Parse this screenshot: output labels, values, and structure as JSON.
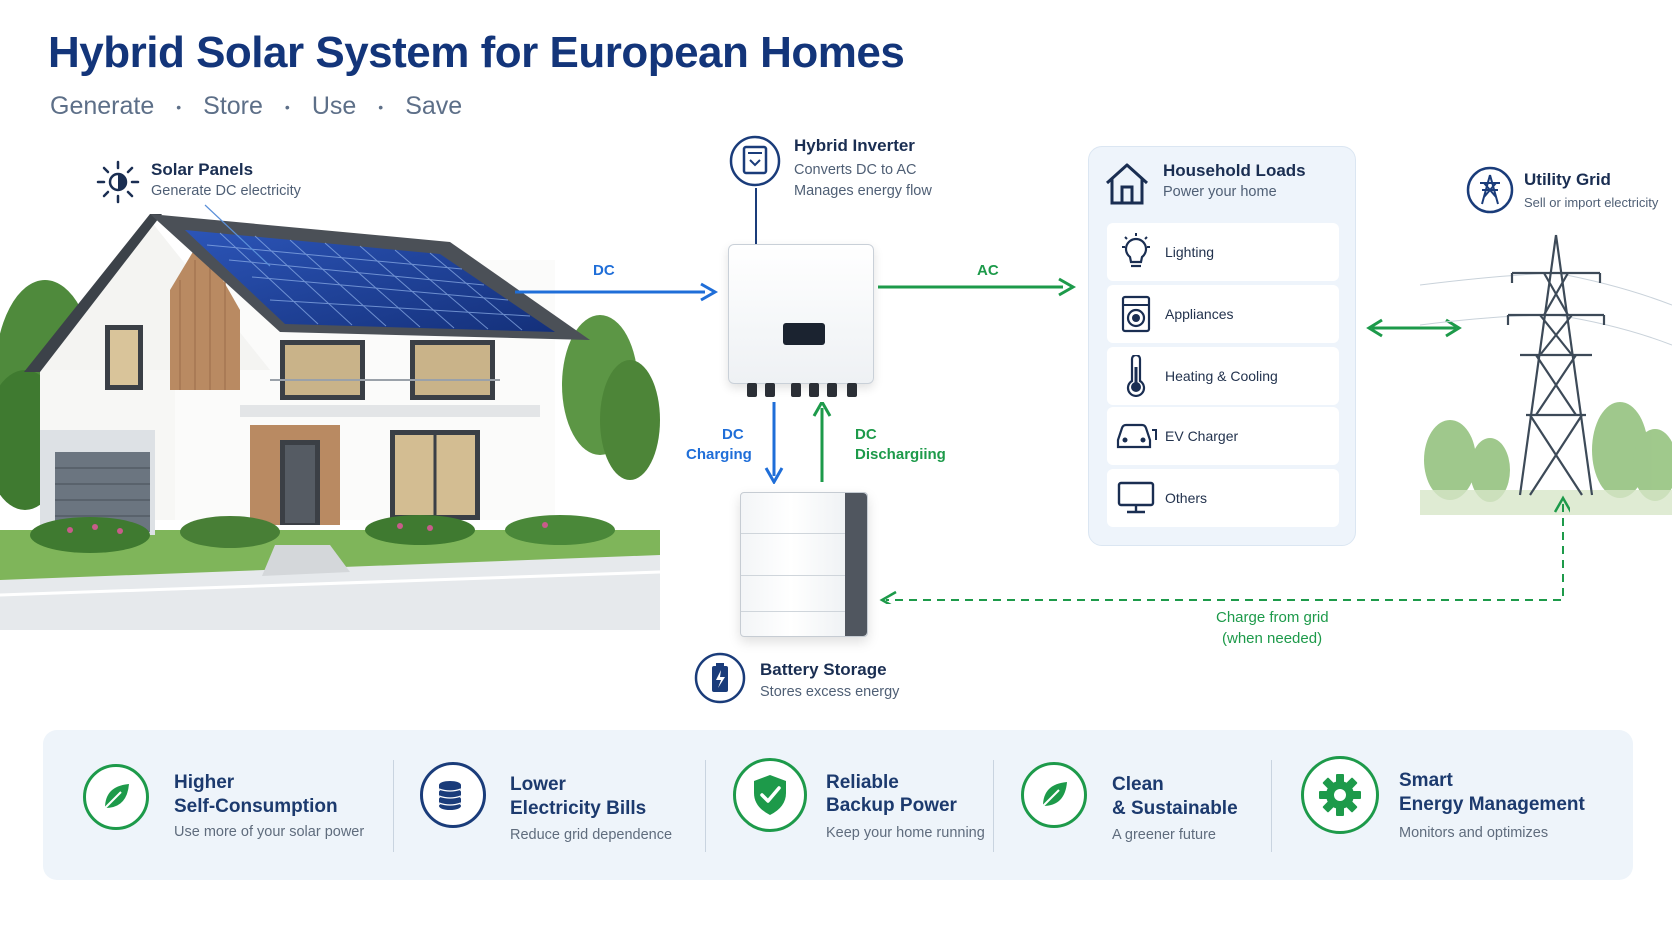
{
  "title": "Hybrid Solar System for European Homes",
  "subtitle": [
    "Generate",
    "Store",
    "Use",
    "Save"
  ],
  "solar": {
    "title": "Solar Panels",
    "desc": "Generate DC electricity"
  },
  "inverter": {
    "title": "Hybrid Inverter",
    "desc1": "Converts DC to AC",
    "desc2": "Manages energy flow"
  },
  "battery": {
    "title": "Battery Storage",
    "desc": "Stores excess energy"
  },
  "loads": {
    "title": "Household Loads",
    "desc": "Power your home",
    "items": [
      {
        "label": "Lighting",
        "icon": "lightbulb-icon"
      },
      {
        "label": "Appliances",
        "icon": "washing-machine-icon"
      },
      {
        "label": "Heating & Cooling",
        "icon": "thermometer-icon"
      },
      {
        "label": "EV Charger",
        "icon": "car-icon"
      },
      {
        "label": "Others",
        "icon": "monitor-icon"
      }
    ]
  },
  "grid": {
    "title": "Utility Grid",
    "desc": "Sell or import electricity"
  },
  "flows": {
    "dc": "DC",
    "ac": "AC",
    "charging1": "DC",
    "charging2": "Charging",
    "discharging1": "DC",
    "discharging2": "Dischargiing",
    "grid_charge1": "Charge from grid",
    "grid_charge2": "(when needed)"
  },
  "benefits": [
    {
      "line1": "Higher",
      "line2": "Self-Consumption",
      "line3": "Use more of your solar power",
      "icon": "leaf-icon"
    },
    {
      "line1": "Lower",
      "line2": "Electricity Bills",
      "line3": "Reduce grid dependence",
      "icon": "coins-icon"
    },
    {
      "line1": "Reliable",
      "line2": "Backup Power",
      "line3": "Keep your home running",
      "icon": "shield-check-icon"
    },
    {
      "line1": "Clean",
      "line2": "& Sustainable",
      "line3": "A greener future",
      "icon": "leaf-icon"
    },
    {
      "line1": "Smart",
      "line2": "Energy Management",
      "line3": "Monitors and optimizes",
      "icon": "gear-icon"
    }
  ],
  "colors": {
    "navy": "#13357a",
    "blue": "#1f6ed8",
    "green": "#1d9a4a",
    "panel": "#eef4fb"
  }
}
